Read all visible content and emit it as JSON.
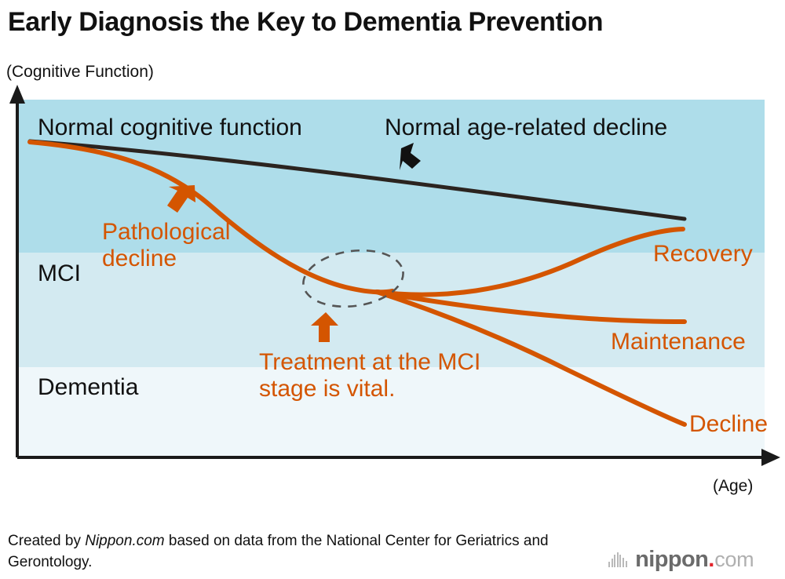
{
  "title": "Early Diagnosis the Key to Dementia Prevention",
  "axes": {
    "y_caption": "(Cognitive Function)",
    "x_caption": "(Age)"
  },
  "bands": [
    {
      "key": "normal",
      "label": "",
      "color": "#aeddea"
    },
    {
      "key": "mci",
      "label": "MCI",
      "color": "#d3eaf1"
    },
    {
      "key": "dementia",
      "label": "Dementia",
      "color": "#eff7fa"
    }
  ],
  "band_labels": {
    "mci": "MCI",
    "dementia": "Dementia"
  },
  "annotations": {
    "normal_line": "Normal cognitive function",
    "age_related": "Normal age-related decline",
    "pathological_line1": "Pathological",
    "pathological_line2": "decline",
    "treatment_line1": "Treatment at the MCI",
    "treatment_line2": "stage is vital."
  },
  "branches": {
    "recovery": "Recovery",
    "maintenance": "Maintenance",
    "decline": "Decline"
  },
  "colors": {
    "orange": "#d45500",
    "black_line": "#2b2420",
    "band_normal": "#aeddea",
    "band_mci": "#d3eaf1",
    "band_dementia": "#eff7fa",
    "ellipse_dash": "#555555",
    "axis": "#1a1a1a"
  },
  "credit": {
    "prefix": "Created by ",
    "source_italic": "Nippon.com",
    "suffix": " based on data from the National Center for Geriatrics and Gerontology."
  },
  "logo": {
    "word": "nippon",
    "dot": ".",
    "tld": "com"
  },
  "chart_data": {
    "type": "line",
    "title": "Early Diagnosis the Key to Dementia Prevention",
    "xlabel": "(Age)",
    "ylabel": "(Cognitive Function)",
    "grid": false,
    "legend": "inline-labels",
    "y_bands": [
      {
        "name": "Normal cognitive function",
        "y_range": [
          0.57,
          1.0
        ],
        "color": "#aeddea"
      },
      {
        "name": "MCI",
        "y_range": [
          0.25,
          0.57
        ],
        "color": "#d3eaf1"
      },
      {
        "name": "Dementia",
        "y_range": [
          0.0,
          0.25
        ],
        "color": "#eff7fa"
      }
    ],
    "series": [
      {
        "name": "Normal age-related decline",
        "color": "#2b2420",
        "points": [
          [
            0.0,
            0.885
          ],
          [
            0.25,
            0.855
          ],
          [
            0.5,
            0.815
          ],
          [
            0.75,
            0.765
          ],
          [
            1.0,
            0.715
          ]
        ]
      },
      {
        "name": "Pathological decline",
        "color": "#d45500",
        "points": [
          [
            0.0,
            0.885
          ],
          [
            0.12,
            0.86
          ],
          [
            0.25,
            0.78
          ],
          [
            0.38,
            0.64
          ],
          [
            0.5,
            0.53
          ],
          [
            0.56,
            0.475
          ]
        ]
      },
      {
        "name": "Recovery",
        "color": "#d45500",
        "points": [
          [
            0.56,
            0.475
          ],
          [
            0.68,
            0.5
          ],
          [
            0.8,
            0.57
          ],
          [
            0.92,
            0.655
          ],
          [
            1.0,
            0.68
          ]
        ]
      },
      {
        "name": "Maintenance",
        "color": "#d45500",
        "points": [
          [
            0.56,
            0.475
          ],
          [
            0.7,
            0.44
          ],
          [
            0.85,
            0.415
          ],
          [
            1.0,
            0.405
          ]
        ]
      },
      {
        "name": "Decline",
        "color": "#d45500",
        "points": [
          [
            0.56,
            0.475
          ],
          [
            0.7,
            0.39
          ],
          [
            0.85,
            0.28
          ],
          [
            1.0,
            0.13
          ]
        ]
      }
    ],
    "annotations": [
      {
        "text": "Normal cognitive function",
        "type": "label"
      },
      {
        "text": "Normal age-related decline",
        "type": "callout-arrow"
      },
      {
        "text": "Pathological decline",
        "type": "callout-arrow"
      },
      {
        "text": "Treatment at the MCI stage is vital.",
        "type": "callout-arrow"
      },
      {
        "text": "MCI",
        "type": "band-label"
      },
      {
        "text": "Dementia",
        "type": "band-label"
      },
      {
        "text": "dashed-ellipse-highlight",
        "type": "shape"
      }
    ]
  }
}
